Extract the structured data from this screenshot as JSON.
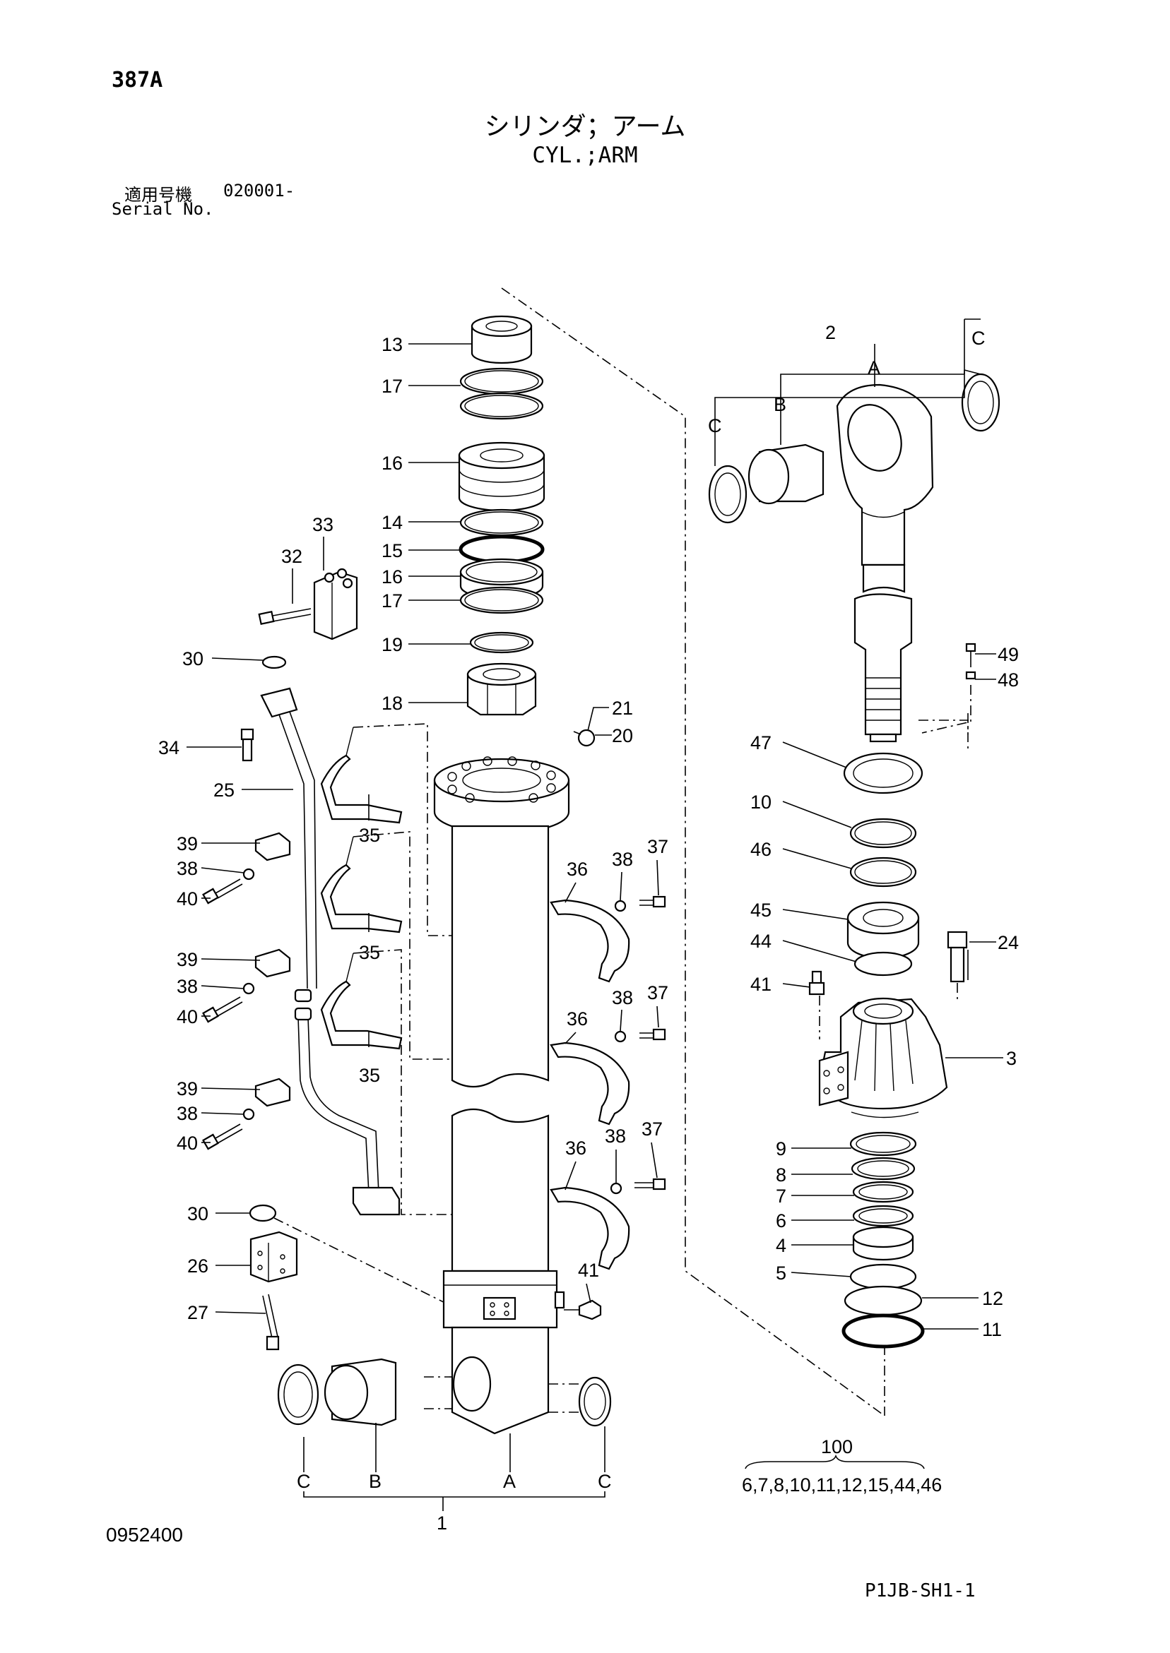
{
  "header": {
    "page_code": "387A",
    "title_jp": "シリンダ；アーム",
    "title_en": "CYL.;ARM",
    "serial_label_jp": "適用号機",
    "serial_value": "020001-",
    "serial_label_en": "Serial No."
  },
  "callouts": [
    "13",
    "17",
    "16",
    "14",
    "15",
    "16",
    "17",
    "19",
    "18",
    "21",
    "20",
    "33",
    "32",
    "30",
    "34",
    "25",
    "35",
    "35",
    "35",
    "39",
    "38",
    "40",
    "39",
    "38",
    "40",
    "39",
    "38",
    "40",
    "36",
    "38",
    "37",
    "36",
    "38",
    "37",
    "36",
    "38",
    "37",
    "30",
    "26",
    "27",
    "41",
    "2",
    "C",
    "B",
    "A",
    "C",
    "49",
    "48",
    "47",
    "10",
    "46",
    "45",
    "44",
    "24",
    "41",
    "3",
    "9",
    "8",
    "7",
    "6",
    "4",
    "5",
    "12",
    "11",
    "C",
    "B",
    "A",
    "C",
    "1"
  ],
  "kit": {
    "number": "100",
    "contents": "6,7,8,10,11,12,15,44,46"
  },
  "footer": {
    "doc_number": "0952400",
    "sheet_code": "P1JB-SH1-1"
  }
}
